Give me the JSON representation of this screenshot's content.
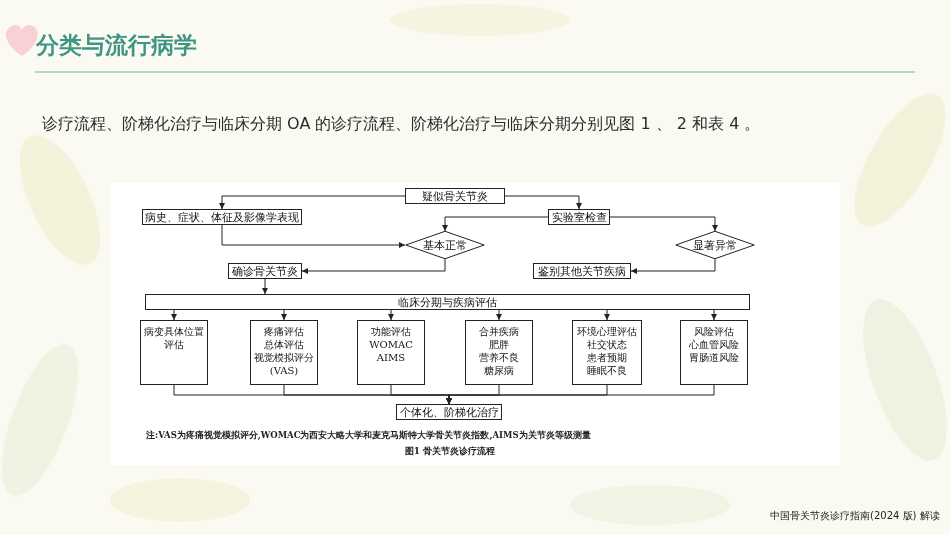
{
  "diagram": {
    "title": "分类与流行病学",
    "caption": "图1 骨关节炎诊疗流程",
    "nodes": [
      {
        "text": [
          "疑似骨关节炎"
        ]
      },
      {
        "text": [
          "病史、症状、体征及影像学表现"
        ]
      },
      {
        "text": [
          "实验室检查"
        ]
      },
      {
        "text": [
          "基本正常"
        ]
      },
      {
        "text": [
          "显著异常"
        ]
      },
      {
        "text": [
          "确诊骨关节炎"
        ]
      },
      {
        "text": [
          "鉴别其他关节疾病"
        ]
      },
      {
        "text": [
          "临床分期与疾病评估"
        ]
      },
      {
        "text": [
          "病变具体位置评估"
        ]
      },
      {
        "text": [
          "疼痛评估",
          "总体评估",
          "视觉模拟评分 (VAS)"
        ]
      },
      {
        "text": [
          "功能评估",
          "WOMAC",
          "AIMS"
        ]
      },
      {
        "text": [
          "合并疾病",
          "肥胖",
          "营养不良",
          "糖尿病"
        ]
      },
      {
        "text": [
          "环境心理评估",
          "社交状态",
          "患者预期",
          "睡眠不良"
        ]
      },
      {
        "text": [
          "风险评估",
          "心血管风险",
          "胃肠道风险"
        ]
      },
      {
        "text": [
          "个体化、阶梯化治疗"
        ]
      }
    ],
    "edges": [
      {
        "from": 0,
        "to": 1,
        "arrow": "to"
      },
      {
        "from": 0,
        "to": 2,
        "arrow": "to"
      },
      {
        "from": 1,
        "to": 3,
        "arrow": "to"
      },
      {
        "from": 2,
        "to": 3,
        "arrow": "to"
      },
      {
        "from": 2,
        "to": 4,
        "arrow": "to"
      },
      {
        "from": 3,
        "to": 5,
        "arrow": "to"
      },
      {
        "from": 4,
        "to": 6,
        "arrow": "to"
      },
      {
        "from": 5,
        "to": 7,
        "arrow": "to"
      },
      {
        "from": 7,
        "to": 8,
        "arrow": "to"
      },
      {
        "from": 7,
        "to": 9,
        "arrow": "to"
      },
      {
        "from": 7,
        "to": 10,
        "arrow": "to"
      },
      {
        "from": 7,
        "to": 11,
        "arrow": "to"
      },
      {
        "from": 7,
        "to": 12,
        "arrow": "to"
      },
      {
        "from": 7,
        "to": 13,
        "arrow": "to"
      },
      {
        "from": 8,
        "to": 14,
        "arrow": "to"
      },
      {
        "from": 9,
        "to": 14,
        "arrow": "to"
      },
      {
        "from": 10,
        "to": 14,
        "arrow": "to"
      },
      {
        "from": 11,
        "to": 14,
        "arrow": "to"
      },
      {
        "from": 12,
        "to": 14,
        "arrow": "to"
      },
      {
        "from": 13,
        "to": 14,
        "arrow": "to"
      }
    ],
    "labels": [
      "诊疗流程、阶梯化治疗与临床分期 OA 的诊疗流程、阶梯化治疗与临床分期分别见图 1 、 2 和表 4 。",
      "注:VAS为疼痛视觉模拟评分,WOMAC为西安大略大学和麦克马斯特大学骨关节炎指数,AIMS为关节炎等级测量",
      "中国骨关节炎诊疗指南(2024 版) 解读"
    ]
  }
}
